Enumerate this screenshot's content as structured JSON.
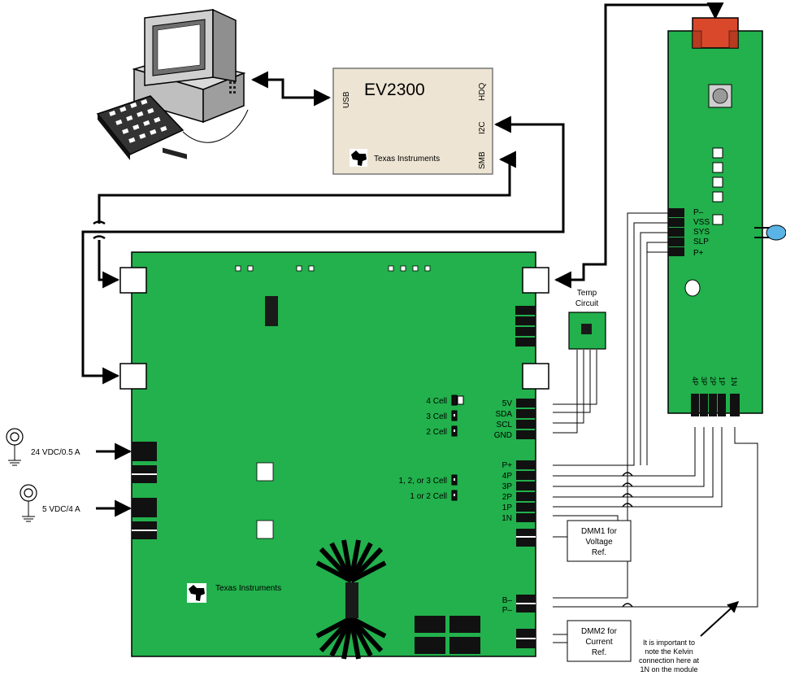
{
  "ev2300": {
    "title": "EV2300",
    "port_usb": "USB",
    "port_hdq": "HDQ",
    "port_i2c": "I2C",
    "port_smb": "SMB",
    "brand": "Texas Instruments"
  },
  "main_board": {
    "brand": "Texas Instruments",
    "cell_jumpers": [
      "4 Cell",
      "3 Cell",
      "2 Cell"
    ],
    "cell_jumpers_2": [
      "1, 2, or 3 Cell",
      "1 or 2 Cell"
    ],
    "comm_header": [
      "5V",
      "SDA",
      "SCL",
      "GND"
    ],
    "cell_header": [
      "P+",
      "4P",
      "3P",
      "2P",
      "1P",
      "1N"
    ],
    "pack_header": [
      "B–",
      "P–"
    ]
  },
  "power_supplies": {
    "supply1": "24 VDC/0.5 A",
    "supply2": "5 VDC/4 A"
  },
  "temp_circuit": {
    "line1": "Temp",
    "line2": "Circuit"
  },
  "module": {
    "side_pins": [
      "P–",
      "VSS",
      "SYS",
      "SLP",
      "P+"
    ],
    "bottom_pins": [
      "4P",
      "3P",
      "2P",
      "1P",
      "1N"
    ]
  },
  "dmm1": {
    "line1": "DMM1 for",
    "line2": "Voltage",
    "line3": "Ref."
  },
  "dmm2": {
    "line1": "DMM2 for",
    "line2": "Current",
    "line3": "Ref."
  },
  "note": {
    "line1": "It is important to",
    "line2": "note the Kelvin",
    "line3": "connection here at",
    "line4": "1N on the module"
  },
  "colors": {
    "board_green": "#22b14c",
    "ev2300_beige": "#ede4d3",
    "connector_red": "#d9482b",
    "led_blue": "#5ab4e6"
  }
}
